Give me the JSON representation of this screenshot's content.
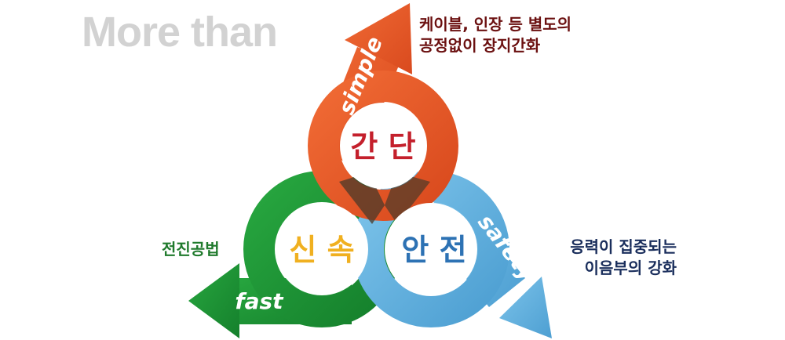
{
  "heading": "More than",
  "center_labels": {
    "simple": "간 단",
    "fast": "신 속",
    "safety": "안 전"
  },
  "arrow_words": {
    "simple": "simple",
    "fast": "fast",
    "safety": "safety"
  },
  "descriptions": {
    "simple": [
      "케이블, 인장 등 별도의",
      "공정없이 장지간화"
    ],
    "fast": [
      "전진공법"
    ],
    "safety": [
      "응력이 집중되는",
      "이음부의 강화"
    ]
  },
  "colors": {
    "orange": "#e8582a",
    "green": "#1e9436",
    "blue": "#63b3e0",
    "label_red": "#c4202c",
    "label_yellow": "#f0b020",
    "label_blue": "#2d72b4",
    "heading_gray": "#d2d2d2"
  }
}
